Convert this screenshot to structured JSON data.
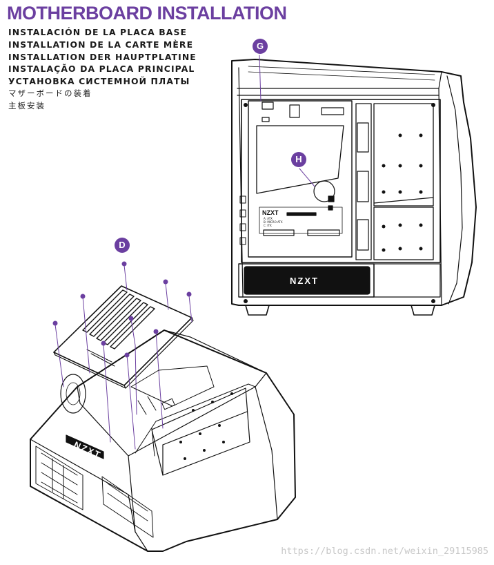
{
  "heading": {
    "title": "MOTHERBOARD INSTALLATION",
    "translations": [
      "INSTALACIÓN DE LA PLACA BASE",
      "INSTALLATION DE LA CARTE MÈRE",
      "INSTALLATION DER HAUPTPLATINE",
      "INSTALAÇÃO DA PLACA PRINCIPAL",
      "УСТАНОВКА СИСТЕМНОЙ ПЛАТЫ",
      "マザーボードの装着",
      "主板安装"
    ]
  },
  "callouts": {
    "g": "G",
    "h": "H",
    "d": "D"
  },
  "case_front_logo": "NZXT",
  "board_logo": "NZXT",
  "board_labels": [
    "A: ATX",
    "B: MICRO ATX",
    "C: ITX"
  ],
  "side_logo": "NZXT",
  "watermark": "https://blog.csdn.net/weixin_29115985",
  "colors": {
    "accent": "#6b3fa0",
    "line": "#111111",
    "watermark": "#c8c8c8"
  },
  "icons": [
    "standoff-screw-icon"
  ]
}
